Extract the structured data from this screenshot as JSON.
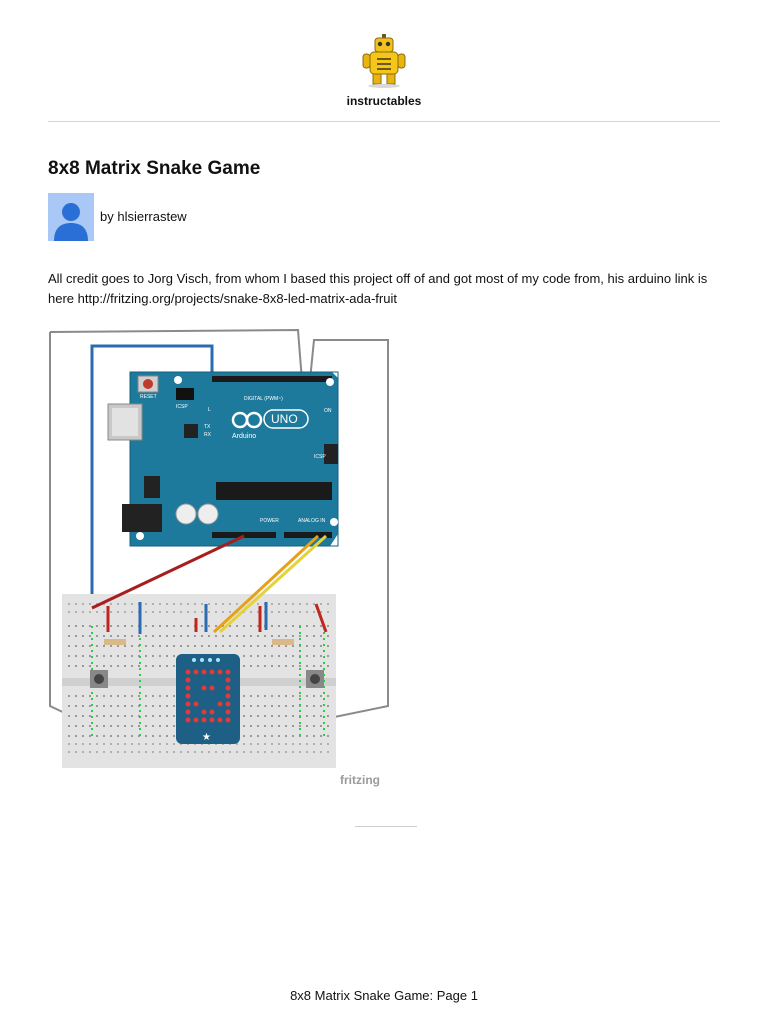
{
  "header": {
    "site_name": "instructables"
  },
  "article": {
    "title": "8x8 Matrix Snake Game",
    "author_line": "by hlsierrastew",
    "intro": "All credit goes to Jorg Visch, from whom I based this project off of and got most of my code from, his arduino link is here http://fritzing.org/projects/snake-8x8-led-matrix-ada-fruit"
  },
  "diagram": {
    "board_labels": {
      "reset": "RESET",
      "icsp": "ICSP",
      "uno": "UNO",
      "arduino": "Arduino",
      "digital": "DIGITAL (PWM~)",
      "power": "POWER",
      "analog": "ANALOG IN",
      "on": "ON",
      "tx": "TX",
      "rx": "RX",
      "l": "L",
      "icsp2": "ICSP"
    },
    "watermark": "fritzing"
  },
  "footer": {
    "page_label": "8x8 Matrix Snake Game: Page 1"
  }
}
